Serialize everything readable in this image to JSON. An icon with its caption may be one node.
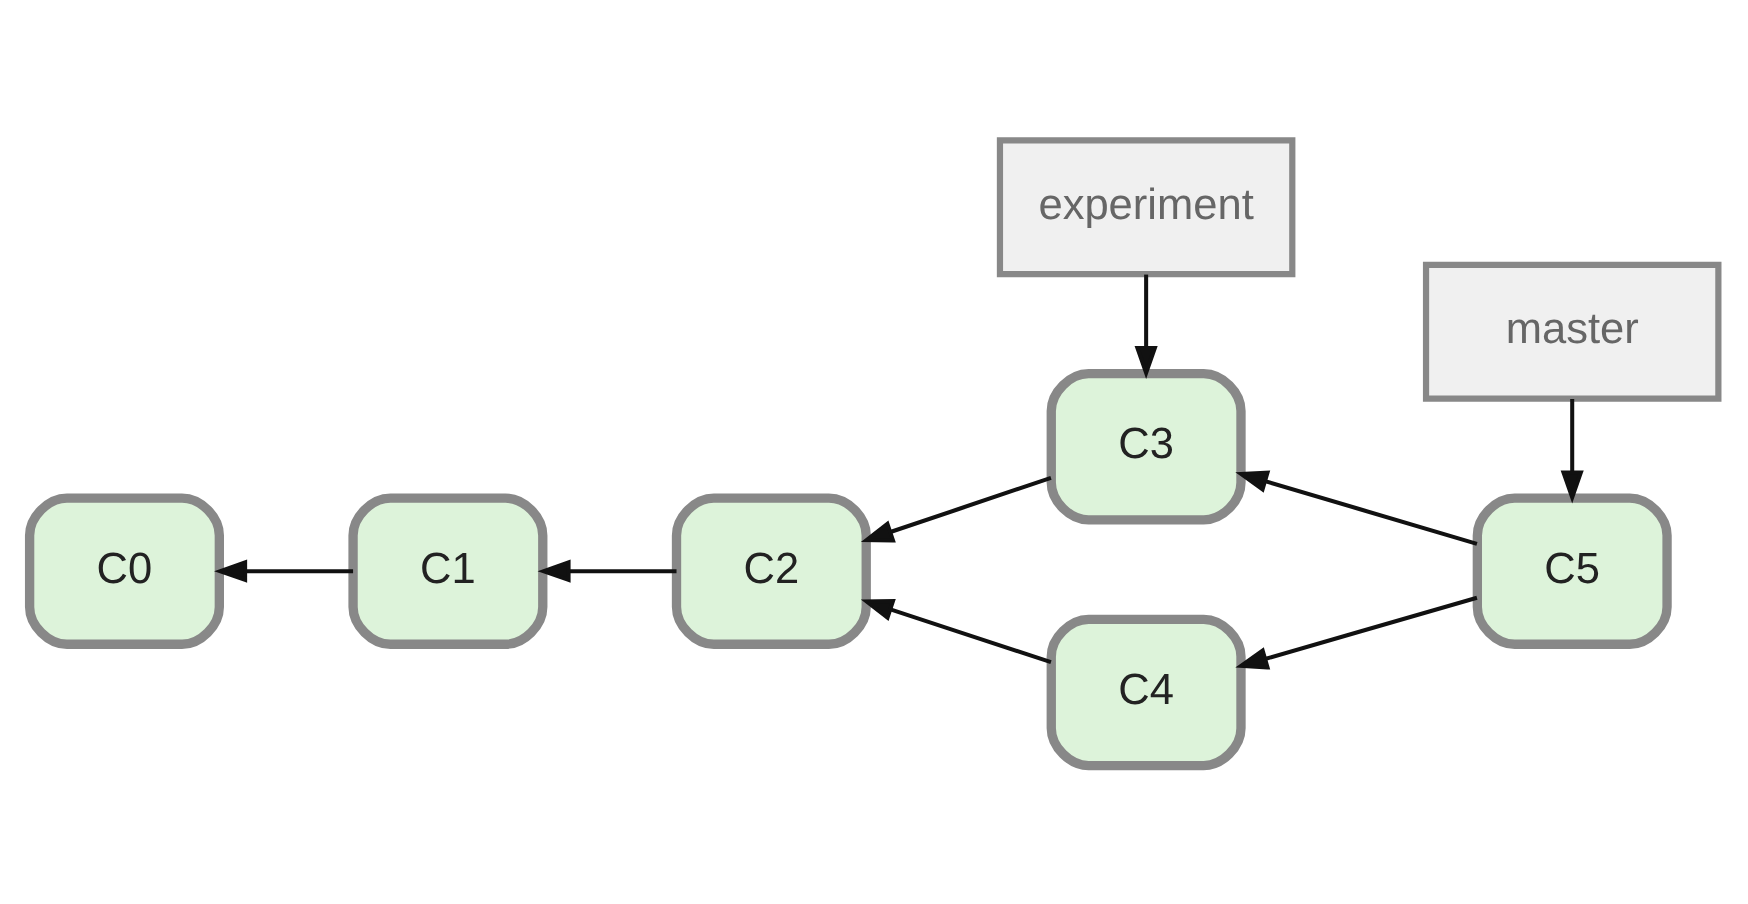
{
  "diagram": {
    "nodes": [
      {
        "text": [
          "experiment"
        ]
      },
      {
        "text": [
          "C3"
        ]
      },
      {
        "text": [
          "C0"
        ]
      },
      {
        "text": [
          "C1"
        ]
      },
      {
        "text": [
          "C2"
        ]
      },
      {
        "text": [
          "C4"
        ]
      },
      {
        "text": [
          "C5"
        ]
      },
      {
        "text": [
          "master"
        ]
      }
    ],
    "edges": [
      {
        "from": 0,
        "to": 1,
        "arrow": "to"
      },
      {
        "from": 1,
        "to": 4,
        "arrow": "to"
      },
      {
        "from": 6,
        "to": 1,
        "arrow": "to"
      },
      {
        "from": 3,
        "to": 2,
        "arrow": "to"
      },
      {
        "from": 4,
        "to": 3,
        "arrow": "to"
      },
      {
        "from": 5,
        "to": 4,
        "arrow": "to"
      },
      {
        "from": 6,
        "to": 5,
        "arrow": "to"
      },
      {
        "from": 7,
        "to": 6,
        "arrow": "to"
      }
    ]
  }
}
